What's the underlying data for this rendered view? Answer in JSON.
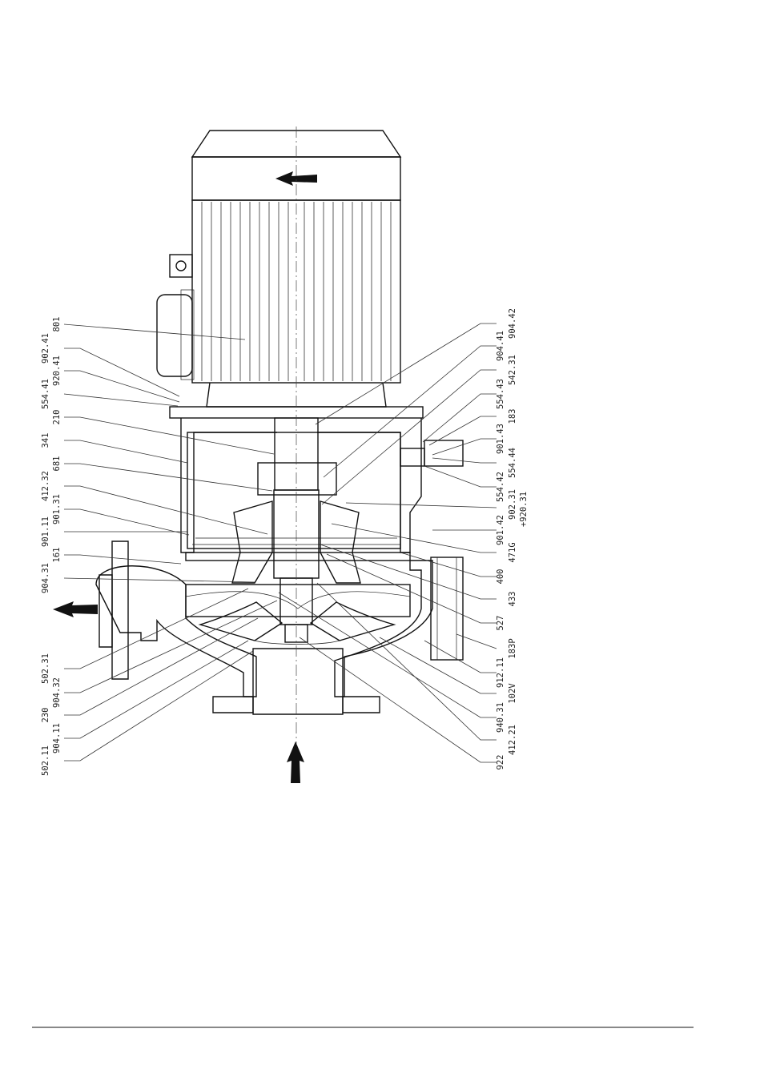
{
  "drawing": {
    "labels_left": [
      "801",
      "902.41",
      "920.41",
      "554.41",
      "210",
      "341",
      "681",
      "412.32",
      "901.31",
      "901.11",
      "161",
      "904.31",
      "502.31",
      "904.32",
      "230",
      "904.11",
      "502.11"
    ],
    "labels_right": [
      "904.42",
      "904.41",
      "542.31",
      "554.43",
      "183",
      "901.43",
      "554.44",
      "554.42",
      "902.31",
      "+920.31",
      "901.42",
      "471G",
      "400",
      "433",
      "527",
      "183P",
      "912.11",
      "102V",
      "940.31",
      "412.21",
      "922"
    ]
  }
}
